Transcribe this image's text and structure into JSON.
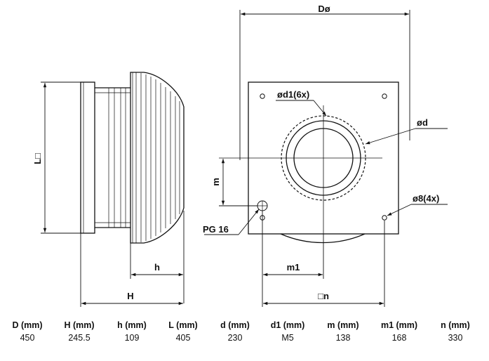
{
  "dimension_labels": {
    "D": "Dø",
    "L": "L□",
    "m": "m",
    "h": "h",
    "H": "H",
    "m1": "m1",
    "n": "□n",
    "d1": "ød1(6x)",
    "d": "ød",
    "hole": "ø8(4x)",
    "pg": "PG 16"
  },
  "specs": [
    {
      "header": "D (mm)",
      "value": "450"
    },
    {
      "header": "H (mm)",
      "value": "245.5"
    },
    {
      "header": "h (mm)",
      "value": "109"
    },
    {
      "header": "L (mm)",
      "value": "405"
    },
    {
      "header": "d (mm)",
      "value": "230"
    },
    {
      "header": "d1 (mm)",
      "value": "M5"
    },
    {
      "header": "m (mm)",
      "value": "138"
    },
    {
      "header": "m1 (mm)",
      "value": "168"
    },
    {
      "header": "n (mm)",
      "value": "330"
    }
  ]
}
